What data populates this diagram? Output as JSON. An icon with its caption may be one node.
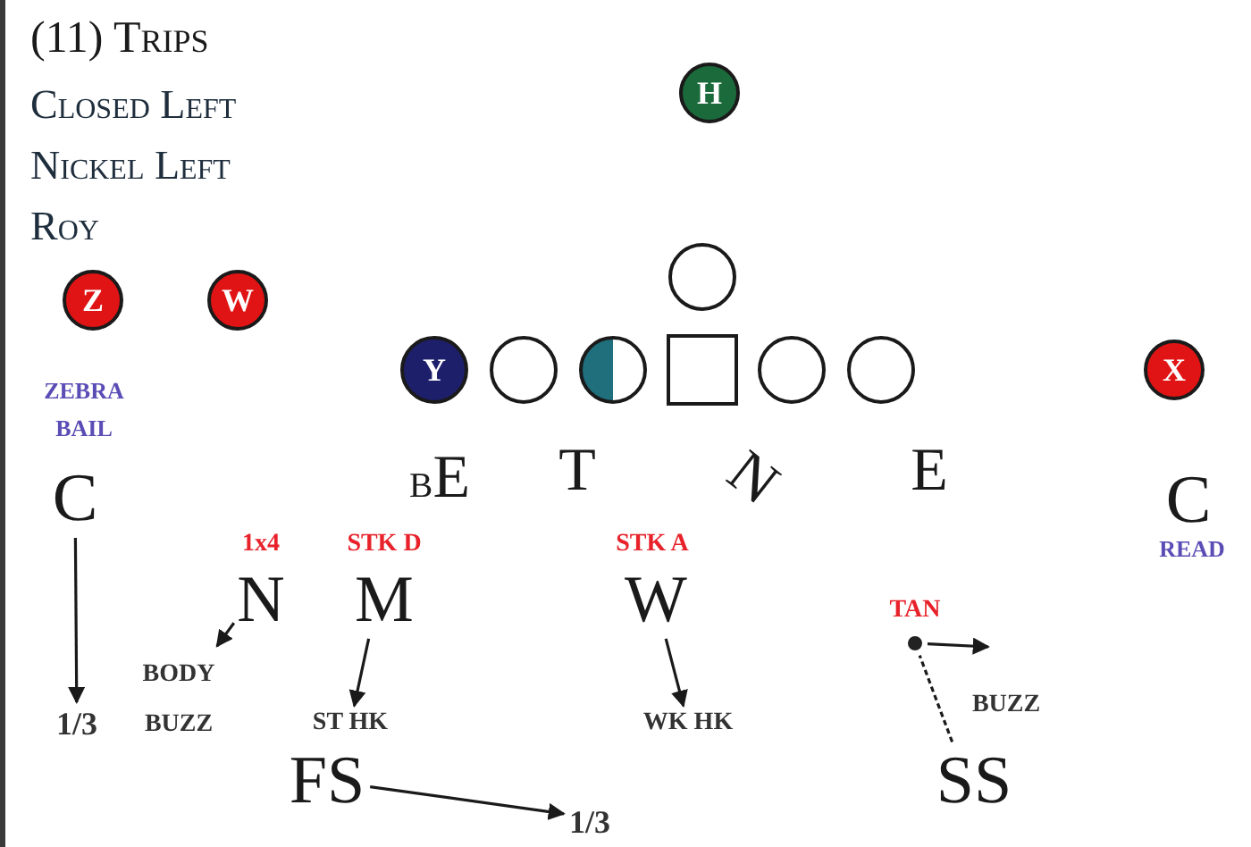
{
  "diagram": {
    "title": "(11) Trips",
    "nodes": [
      {
        "text": [
          "H"
        ]
      },
      {
        "text": [
          "Z"
        ]
      },
      {
        "text": [
          "W"
        ]
      },
      {
        "text": [],
        "shape": "circle"
      },
      {
        "text": [
          "Y"
        ]
      },
      {
        "text": [],
        "shape": "circle"
      },
      {
        "text": [],
        "shape": "circle"
      },
      {
        "text": [],
        "shape": "box"
      },
      {
        "text": [],
        "shape": "circle"
      },
      {
        "text": [],
        "shape": "circle"
      },
      {
        "text": [
          "X"
        ]
      },
      {
        "text": [
          "C"
        ],
        "beside": [
          "ZEBRA BAIL"
        ]
      },
      {
        "text": [
          "N"
        ],
        "beside": [
          "1x4"
        ]
      },
      {
        "text": [
          "M"
        ],
        "beside": [
          "STK D"
        ]
      },
      {
        "text": [
          "W"
        ],
        "beside": [
          "STK A"
        ]
      },
      {
        "text": [],
        "shape": "circle",
        "beside": [
          "TAN"
        ]
      },
      {
        "text": [
          "1/3"
        ]
      },
      {
        "text": [
          "BODY BUZZ"
        ]
      },
      {
        "text": [
          "ST HK"
        ]
      },
      {
        "text": [
          "WK HK"
        ]
      },
      {
        "text": [
          "FS"
        ]
      },
      {
        "text": [
          "SS"
        ]
      },
      {
        "text": [
          "1/3"
        ]
      }
    ],
    "edges": [
      {
        "from": 11,
        "to": 16,
        "arrow": "to"
      },
      {
        "from": 12,
        "to": 17,
        "arrow": "to"
      },
      {
        "from": 13,
        "to": 18,
        "arrow": "to"
      },
      {
        "from": 14,
        "to": 19,
        "arrow": "to"
      },
      {
        "from": 21,
        "to": 15,
        "arrow": "none",
        "style": "dashed"
      },
      {
        "from": 15,
        "to": null,
        "arrow": "to"
      },
      {
        "from": 20,
        "to": 22,
        "arrow": "to"
      }
    ],
    "labels": [
      "Closed Left",
      "Nickel Left",
      "Roy",
      "BE",
      "T",
      "N",
      "E",
      "C",
      "READ",
      "BUZZ"
    ]
  }
}
